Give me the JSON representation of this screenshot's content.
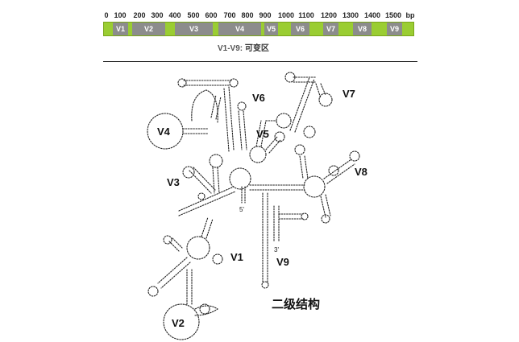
{
  "ruler": {
    "ticks": [
      "0",
      "100",
      "200",
      "300",
      "400",
      "500",
      "600",
      "700",
      "800",
      "900",
      "1000",
      "1100",
      "1200",
      "1300",
      "1400",
      "1500",
      "bp"
    ]
  },
  "regions": [
    {
      "label": "V1"
    },
    {
      "label": "V2"
    },
    {
      "label": "V3"
    },
    {
      "label": "V4"
    },
    {
      "label": "V5"
    },
    {
      "label": "V6"
    },
    {
      "label": "V7"
    },
    {
      "label": "V8"
    },
    {
      "label": "V9"
    }
  ],
  "legend": {
    "range": "V1-V9:",
    "text": "可变区"
  },
  "structure_labels": {
    "v1": "V1",
    "v2": "V2",
    "v3": "V3",
    "v4": "V4",
    "v5": "V5",
    "v6": "V6",
    "v7": "V7",
    "v8": "V8",
    "v9": "V9",
    "five_prime": "5'",
    "three_prime": "3'"
  },
  "caption": "二级结构",
  "colors": {
    "conserved": "#9acd32",
    "variable": "#8c8c8c",
    "line": "#222222"
  }
}
